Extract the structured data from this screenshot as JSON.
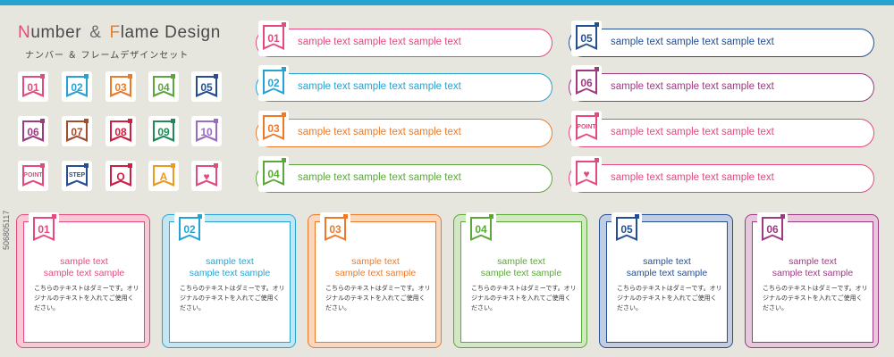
{
  "title": {
    "n": "N",
    "rest1": "umber",
    "amp": "&",
    "f": "F",
    "rest2": "lame Design"
  },
  "subtitle": "ナンバー ＆ フレームデザインセット",
  "icons": [
    {
      "label": "01",
      "color": "#e44b7c"
    },
    {
      "label": "02",
      "color": "#27a3d2"
    },
    {
      "label": "03",
      "color": "#ee7a28"
    },
    {
      "label": "04",
      "color": "#5ba73a"
    },
    {
      "label": "05",
      "color": "#254f92"
    },
    {
      "label": "06",
      "color": "#9d3a80"
    },
    {
      "label": "07",
      "color": "#a04e2e"
    },
    {
      "label": "08",
      "color": "#d21d42"
    },
    {
      "label": "09",
      "color": "#1f8a55"
    },
    {
      "label": "10",
      "color": "#9a6bc2"
    },
    {
      "label": "POINT",
      "color": "#e44b7c"
    },
    {
      "label": "STEP",
      "color": "#254f92"
    },
    {
      "label": "Q",
      "color": "#d21d42"
    },
    {
      "label": "A",
      "color": "#ee9a1c"
    },
    {
      "label": "♥",
      "color": "#e44b7c"
    }
  ],
  "bars": [
    {
      "label": "01",
      "color": "#e44b7c",
      "text": "sample text sample text sample text"
    },
    {
      "label": "02",
      "color": "#27a3d2",
      "text": "sample text sample text sample text"
    },
    {
      "label": "03",
      "color": "#ee7a28",
      "text": "sample text sample text sample text"
    },
    {
      "label": "04",
      "color": "#5ba73a",
      "text": "sample text sample text sample text"
    },
    {
      "label": "05",
      "color": "#254f92",
      "text": "sample text sample text sample text"
    },
    {
      "label": "06",
      "color": "#9d3a80",
      "text": "sample text sample text sample text"
    },
    {
      "label": "POINT",
      "color": "#e44b7c",
      "text": "sample text sample text sample text"
    },
    {
      "label": "♥",
      "color": "#e44b7c",
      "text": "sample text sample text sample text"
    }
  ],
  "cards": [
    {
      "label": "01",
      "color": "#e44b7c",
      "tint": "#f7c9d6",
      "h1": "sample text",
      "h2": "sample text sample",
      "body": "こちらのテキストはダミーです。オリジナルのテキストを入れてご使用ください。"
    },
    {
      "label": "02",
      "color": "#27a3d2",
      "tint": "#c4e5f2",
      "h1": "sample text",
      "h2": "sample text sample",
      "body": "こちらのテキストはダミーです。オリジナルのテキストを入れてご使用ください。"
    },
    {
      "label": "03",
      "color": "#ee7a28",
      "tint": "#f9d7be",
      "h1": "sample text",
      "h2": "sample text sample",
      "body": "こちらのテキストはダミーです。オリジナルのテキストを入れてご使用ください。"
    },
    {
      "label": "04",
      "color": "#5ba73a",
      "tint": "#d2e8c5",
      "h1": "sample text",
      "h2": "sample text sample",
      "body": "こちらのテキストはダミーです。オリジナルのテキストを入れてご使用ください。"
    },
    {
      "label": "05",
      "color": "#254f92",
      "tint": "#c2cde2",
      "h1": "sample text",
      "h2": "sample text sample",
      "body": "こちらのテキストはダミーです。オリジナルのテキストを入れてご使用ください。"
    },
    {
      "label": "06",
      "color": "#9d3a80",
      "tint": "#e6c8dc",
      "h1": "sample text",
      "h2": "sample text sample",
      "body": "こちらのテキストはダミーです。オリジナルのテキストを入れてご使用ください。"
    }
  ],
  "watermark": "506805117"
}
